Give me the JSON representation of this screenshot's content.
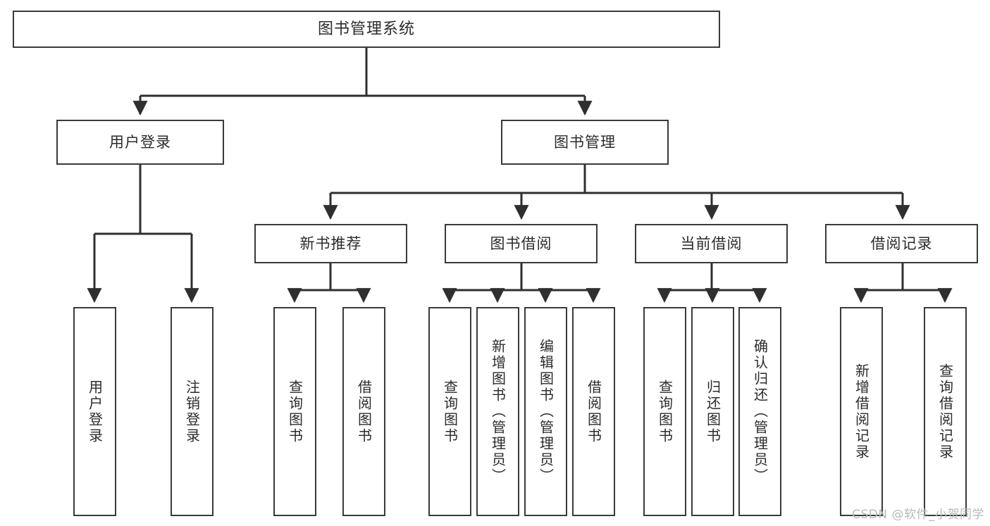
{
  "diagram": {
    "title": "图书管理系统",
    "type": "tree",
    "watermark": "CSDN @软件_小贺同学",
    "colors": {
      "box_border": "#3a3a3a",
      "box_fill": "#ffffff",
      "edge": "#2f2f2f",
      "text": "#2b2b2b",
      "watermark": "#b9b9b9",
      "background": "#ffffff"
    },
    "levels": {
      "root": {
        "label": "图书管理系统"
      },
      "level2": [
        {
          "label": "用户登录"
        },
        {
          "label": "图书管理"
        }
      ],
      "level3": [
        {
          "label": "新书推荐"
        },
        {
          "label": "图书借阅"
        },
        {
          "label": "当前借阅"
        },
        {
          "label": "借阅记录"
        }
      ],
      "leaves": {
        "user_login": [
          {
            "label": "用户登录"
          },
          {
            "label": "注销登录"
          }
        ],
        "new_book_recommend": [
          {
            "label": "查询图书"
          },
          {
            "label": "借阅图书"
          }
        ],
        "book_borrow": [
          {
            "label": "查询图书"
          },
          {
            "label": "新增图书（管理员）"
          },
          {
            "label": "编辑图书（管理员）"
          },
          {
            "label": "借阅图书"
          }
        ],
        "current_borrow": [
          {
            "label": "查询图书"
          },
          {
            "label": "归还图书"
          },
          {
            "label": "确认归还（管理员）"
          }
        ],
        "borrow_record": [
          {
            "label": "新增借阅记录"
          },
          {
            "label": "查询借阅记录"
          }
        ]
      }
    }
  }
}
